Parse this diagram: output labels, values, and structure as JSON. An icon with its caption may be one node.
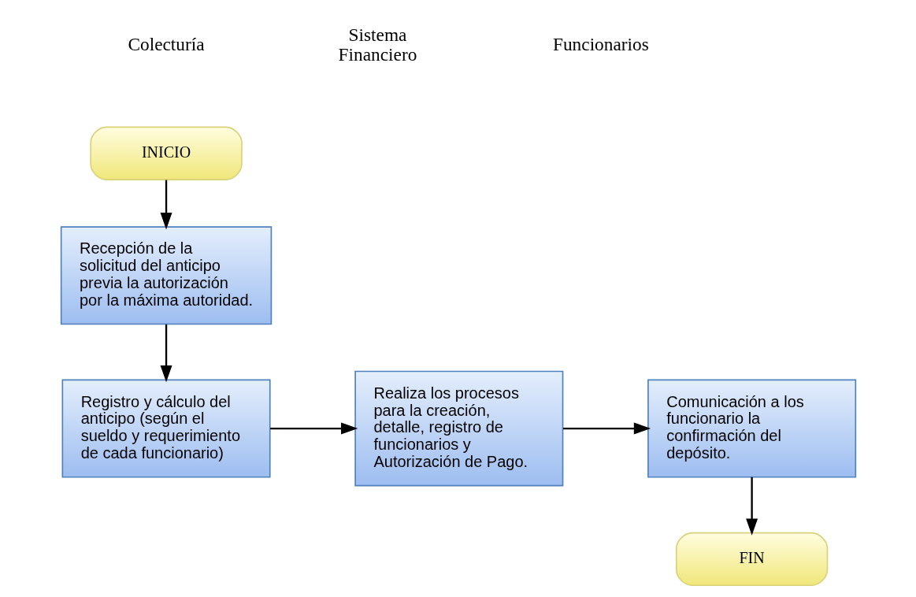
{
  "diagram": {
    "nodes": [
      {
        "text": [
          "INICIO"
        ]
      },
      {
        "text": [
          "Recepción de la solicitud del anticipo previa la autorización por la máxima autoridad."
        ]
      },
      {
        "text": [
          "Registro y cálculo del anticipo (según el sueldo y requerimiento de cada funcionario)"
        ]
      },
      {
        "text": [
          "Realiza los procesos para la creación, detalle, registro de funcionarios y Autorización de Pago."
        ]
      },
      {
        "text": [
          "Comunicación a los funcionario la confirmación del depósito."
        ]
      },
      {
        "text": [
          "FIN"
        ]
      }
    ],
    "edges": [
      {
        "from": 0,
        "to": 1,
        "arrow": "to"
      },
      {
        "from": 1,
        "to": 2,
        "arrow": "to"
      },
      {
        "from": 2,
        "to": 3,
        "arrow": "to"
      },
      {
        "from": 3,
        "to": 4,
        "arrow": "to"
      },
      {
        "from": 4,
        "to": 5,
        "arrow": "to"
      }
    ],
    "labels": [
      "Colecturía",
      "Sistema Financiero",
      "Funcionarios"
    ]
  }
}
